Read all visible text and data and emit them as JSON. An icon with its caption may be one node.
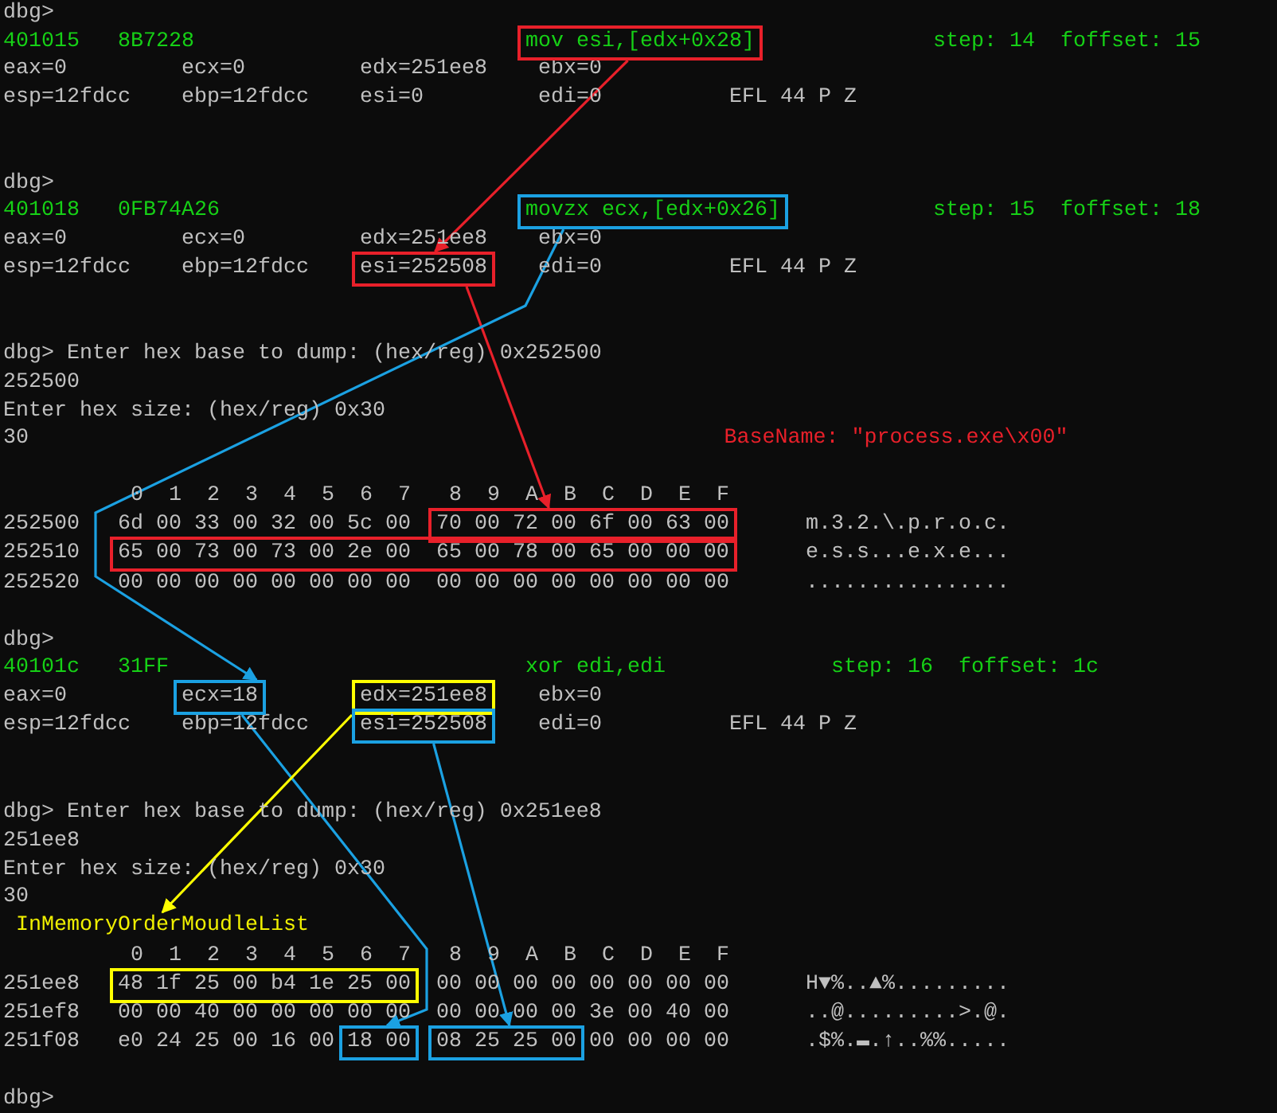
{
  "diagram": {
    "nodes": [
      {
        "text": [
          "mov esi,[edx+0x28]"
        ]
      },
      {
        "text": [
          "movzx ecx,[edx+0x26]"
        ]
      },
      {
        "text": [
          "esi=252508"
        ]
      },
      {
        "text": [
          "70 00 72 00 6f 00 63 00"
        ]
      },
      {
        "text": [
          "65 00 73 00 73 00 2e 00",
          "65 00 78 00 65 00 00 00"
        ]
      },
      {
        "text": [
          "ecx=18"
        ]
      },
      {
        "text": [
          "edx=251ee8"
        ]
      },
      {
        "text": [
          "esi=252508"
        ]
      },
      {
        "text": [
          "InMemoryOrderMoudleList"
        ]
      },
      {
        "text": [
          "48 1f 25 00 b4 1e 25 00"
        ]
      },
      {
        "text": [
          "18 00"
        ]
      },
      {
        "text": [
          "08 25 25 00"
        ]
      }
    ],
    "edges": [
      {
        "from": 0,
        "to": 2,
        "arrow": "to",
        "color": "#e8202a"
      },
      {
        "from": 2,
        "to": 3,
        "arrow": "to",
        "color": "#e8202a"
      },
      {
        "from": 1,
        "to": 5,
        "arrow": "to"
      },
      {
        "from": 5,
        "to": 10,
        "arrow": "to"
      },
      {
        "from": 7,
        "to": 11,
        "arrow": "to"
      },
      {
        "from": 6,
        "to": 8,
        "arrow": "to",
        "color": "#ffff00"
      }
    ],
    "labels": [
      "dbg>",
      "401015",
      "8B7228",
      "step: 14",
      "foffset: 15",
      "eax=0",
      "ecx=0",
      "edx=251ee8",
      "ebx=0",
      "esp=12fdcc",
      "ebp=12fdcc",
      "esi=0",
      "edi=0",
      "EFL 44 P Z",
      "dbg>",
      "401018",
      "0FB74A26",
      "step: 15",
      "foffset: 18",
      "eax=0",
      "ecx=0",
      "edx=251ee8",
      "ebx=0",
      "esp=12fdcc",
      "ebp=12fdcc",
      "edi=0",
      "EFL 44 P Z",
      "dbg> Enter hex base to dump: (hex/reg) 0x252500",
      "252500",
      "Enter hex size: (hex/reg) 0x30",
      "30",
      "BaseName: \"process.exe\\x00\"",
      "0 1 2 3 4 5 6 7",
      "8 9 A B C D E F",
      "252500",
      "6d 00 33 00 32 00 5c 00",
      "m.3.2.\\.p.r.o.c.",
      "252510",
      "e.s.s...e.x.e...",
      "252520",
      "00 00 00 00 00 00 00 00",
      "00 00 00 00 00 00 00 00",
      "................",
      "dbg>",
      "40101c",
      "31FF",
      "xor edi,edi",
      "step: 16",
      "foffset: 1c",
      "eax=0",
      "ebx=0",
      "esp=12fdcc",
      "ebp=12fdcc",
      "edi=0",
      "EFL 44 P Z",
      "dbg> Enter hex base to dump: (hex/reg) 0x251ee8",
      "251ee8",
      "Enter hex size: (hex/reg) 0x30",
      "30",
      "0 1 2 3 4 5 6 7",
      "8 9 A B C D E F",
      "251ee8",
      "00 00 00 00 00 00 00 00",
      "H▼%..▲%.........",
      "251ef8",
      "00 00 40 00 00 00 00 00",
      "00 00 00 00 3e 00 40 00",
      "..@.........>.@.",
      "251f08",
      "e0 24 25 00 16 00",
      "00 00 00 00",
      ".$%.▬.↑..%%.....",
      "dbg>"
    ]
  }
}
